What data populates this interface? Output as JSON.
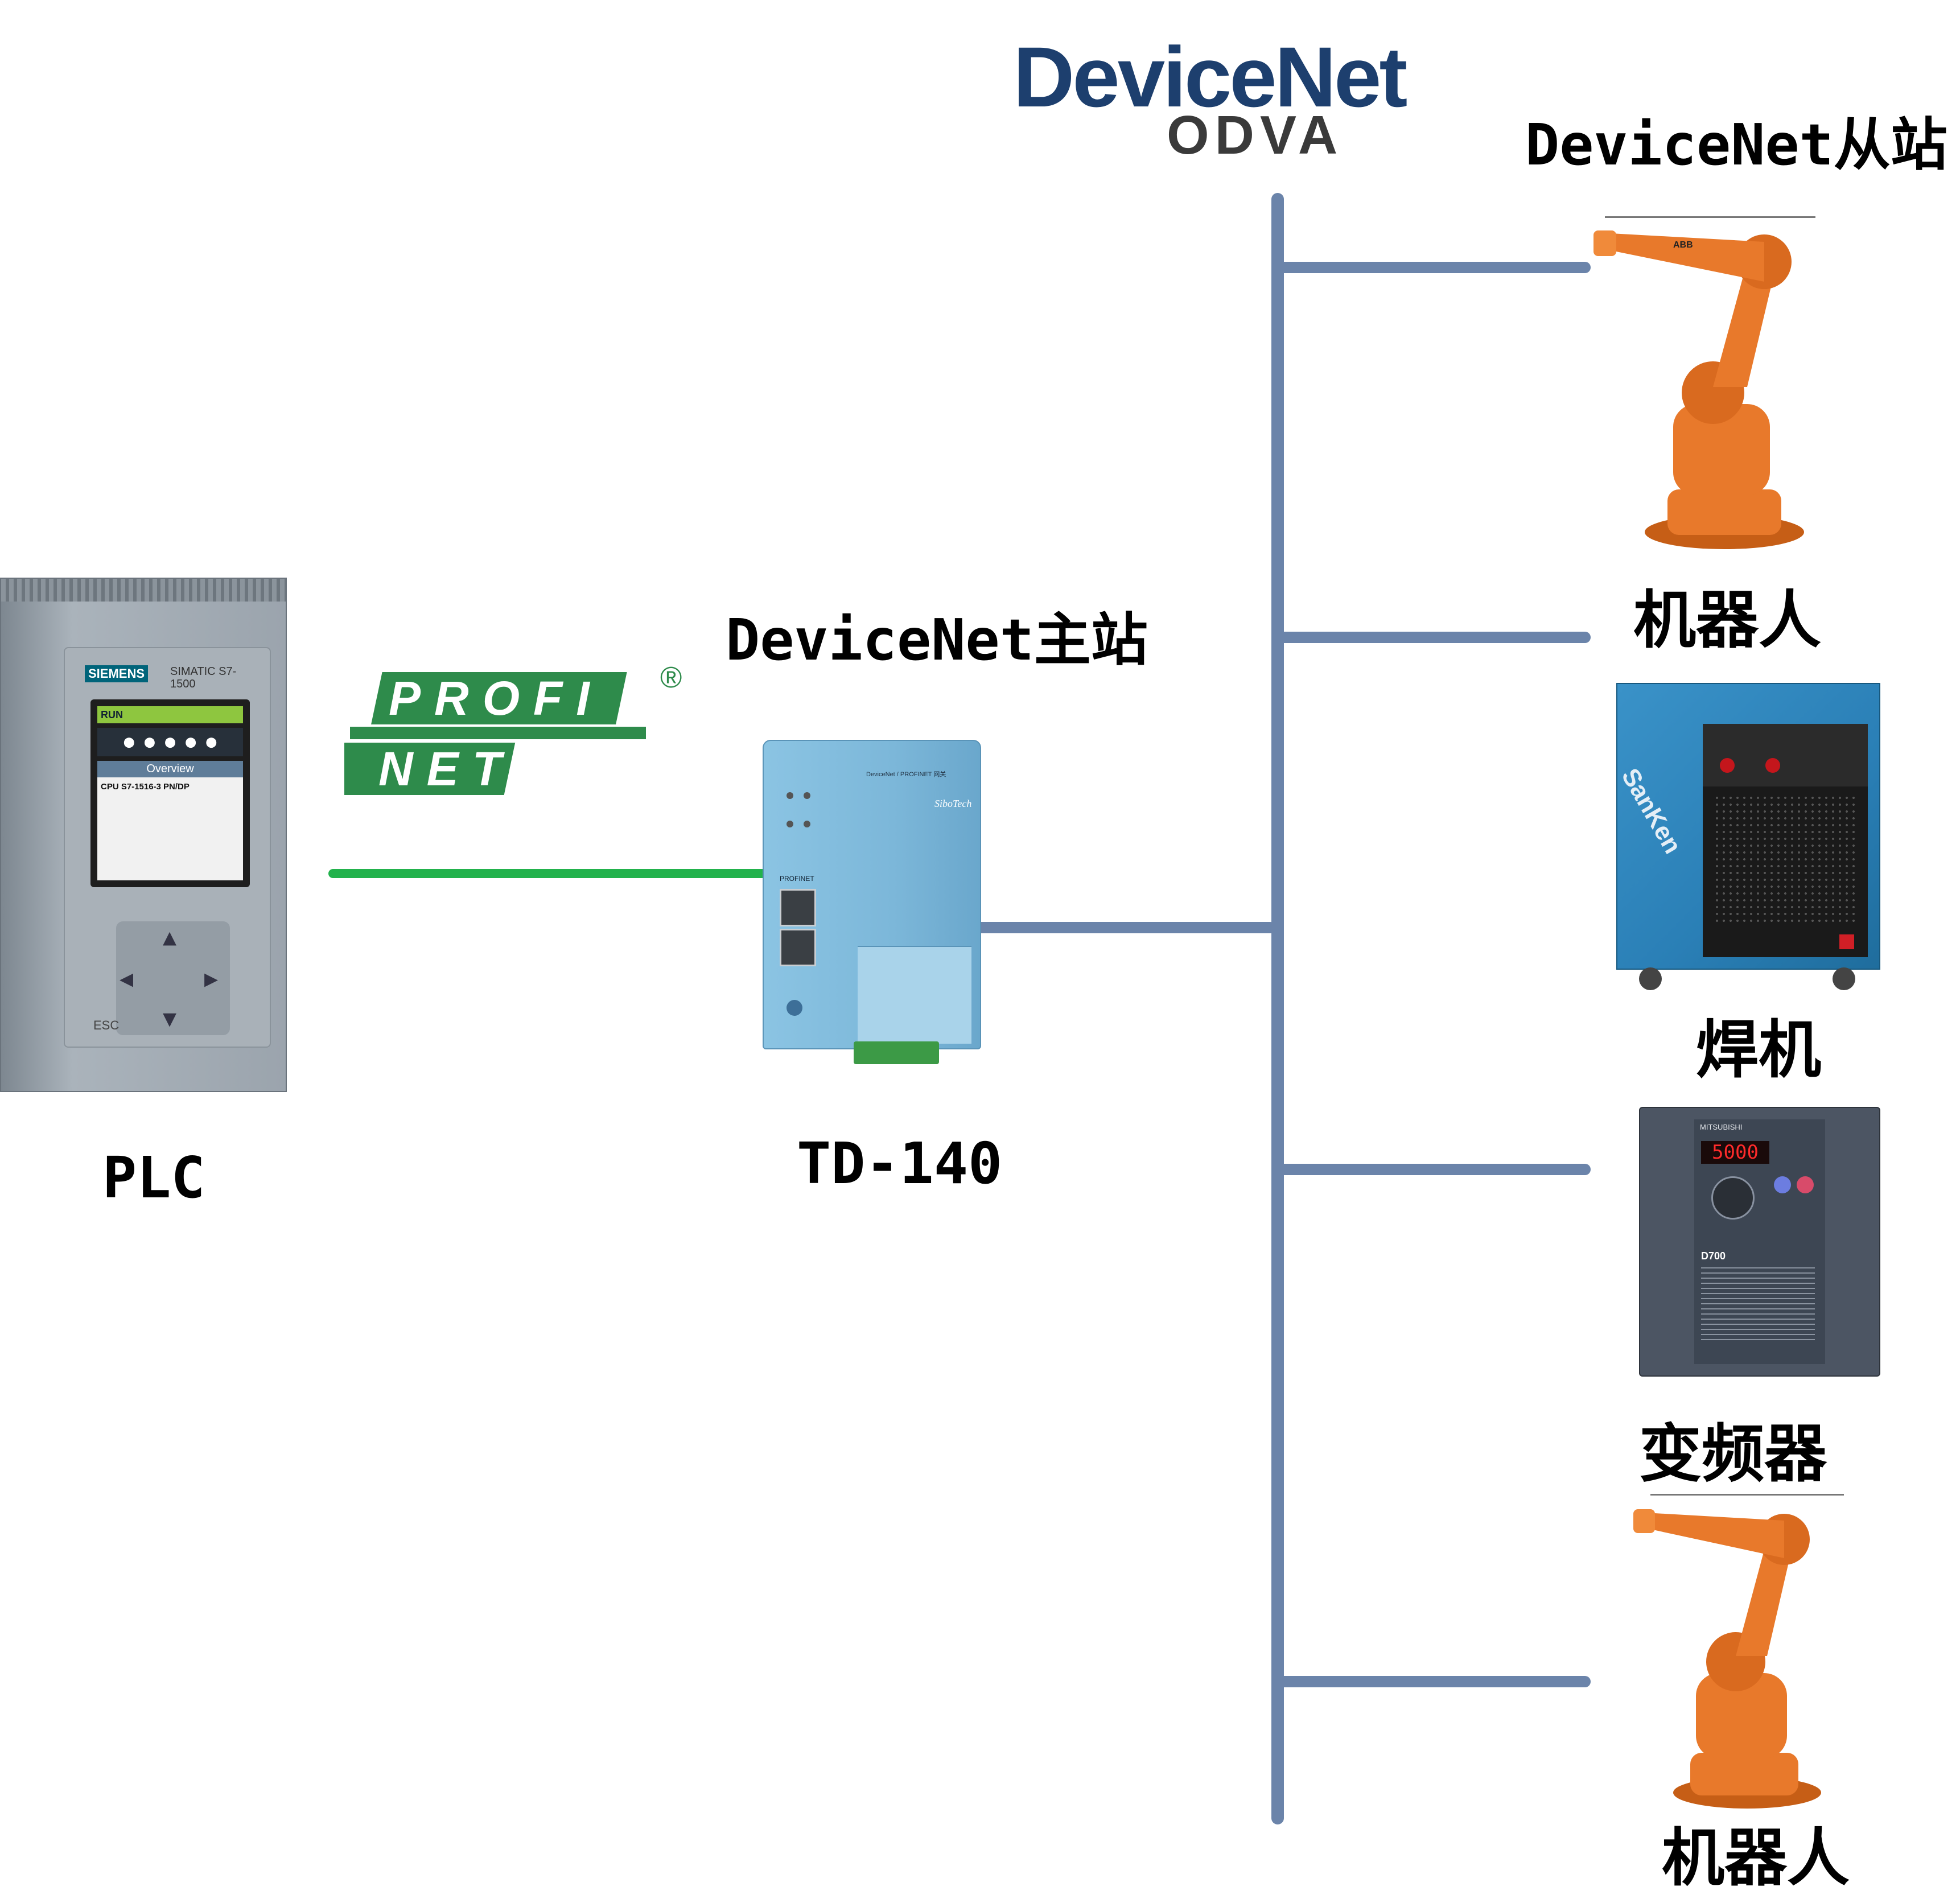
{
  "logos": {
    "devicenet_word": "DeviceNet",
    "odva_word": "ODVA",
    "profinet_top": "PROFI",
    "profinet_bottom": "NET",
    "registered_mark": "®"
  },
  "labels": {
    "slave_title": "DeviceNet从站",
    "master_title": "DeviceNet主站",
    "plc": "PLC",
    "gateway_model": "TD-140",
    "robot_1": "机器人",
    "welder": "焊机",
    "inverter": "变频器",
    "robot_2": "机器人"
  },
  "devices": {
    "plc": {
      "brand": "SIEMENS",
      "series": "SIMATIC S7-1500",
      "status": "RUN",
      "screen_title": "Overview",
      "cpu_model": "CPU S7-1516-3 PN/DP",
      "esc_key": "ESC"
    },
    "gateway": {
      "top_label": "DeviceNet / PROFINET 网关",
      "brand": "SiboTech",
      "port_label": "PROFINET"
    },
    "welder": {
      "brand": "SanKen"
    },
    "inverter": {
      "brand": "MITSUBISHI",
      "display": "5000",
      "model": "D700"
    },
    "robot": {
      "brand": "ABB"
    }
  },
  "colors": {
    "profinet_line": "#22b24c",
    "devicenet_bus": "#6b84aa",
    "devicenet_blue": "#1d3f6e",
    "profinet_green": "#2e8b4b",
    "robot_orange": "#e8792b",
    "welder_blue": "#2a7fb6",
    "gateway_blue": "#7cb7d9"
  }
}
